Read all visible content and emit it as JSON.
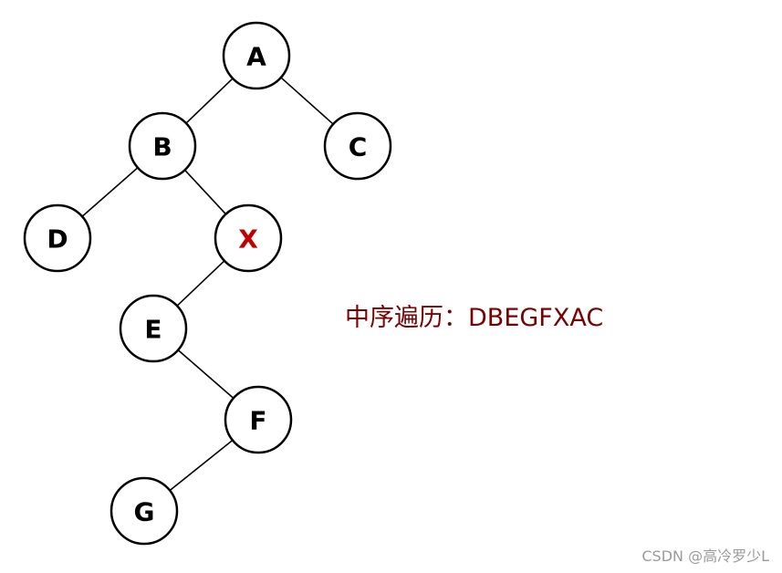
{
  "diagram": {
    "nodes": [
      {
        "id": "A",
        "label": "A"
      },
      {
        "id": "B",
        "label": "B"
      },
      {
        "id": "C",
        "label": "C"
      },
      {
        "id": "D",
        "label": "D"
      },
      {
        "id": "X",
        "label": "X",
        "highlight": true
      },
      {
        "id": "E",
        "label": "E"
      },
      {
        "id": "F",
        "label": "F"
      },
      {
        "id": "G",
        "label": "G"
      }
    ],
    "edges": [
      [
        "A",
        "B"
      ],
      [
        "A",
        "C"
      ],
      [
        "B",
        "D"
      ],
      [
        "B",
        "X"
      ],
      [
        "X",
        "E"
      ],
      [
        "E",
        "F"
      ],
      [
        "F",
        "G"
      ]
    ],
    "caption": "中序遍历：DBEGFXAC"
  },
  "colors": {
    "highlight_text": "#c00000",
    "caption_text": "#7b0000",
    "node_text": "#000000"
  },
  "watermark": "CSDN @高冷罗少L"
}
